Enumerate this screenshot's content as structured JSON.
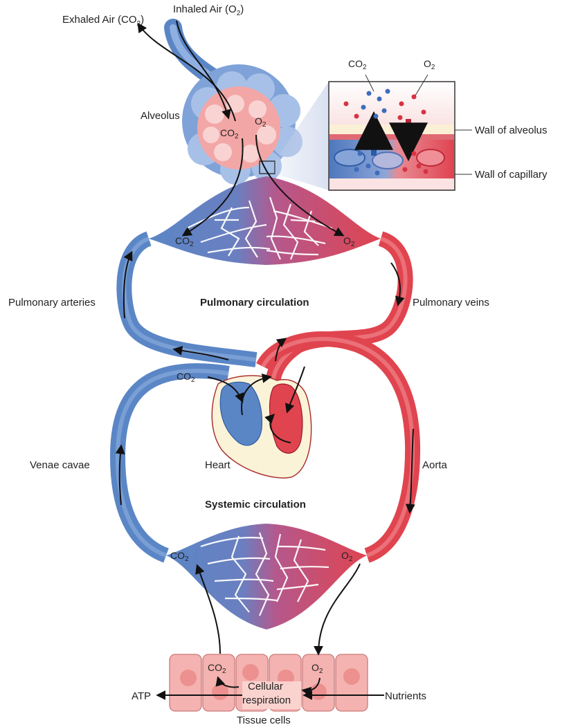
{
  "labels": {
    "exhaled_air": "Exhaled Air (CO",
    "exhaled_air_close": ")",
    "inhaled_air": "Inhaled Air (O",
    "inhaled_air_close": ")",
    "alveolus": "Alveolus",
    "wall_alveolus": "Wall of alveolus",
    "wall_capillary": "Wall of capillary",
    "pulmonary_arteries": "Pulmonary arteries",
    "pulmonary_veins": "Pulmonary veins",
    "pulmonary_circulation": "Pulmonary circulation",
    "venae_cavae": "Venae cavae",
    "aorta": "Aorta",
    "heart": "Heart",
    "systemic_circulation": "Systemic circulation",
    "cellular": "Cellular",
    "respiration": "respiration",
    "atp": "ATP",
    "nutrients": "Nutrients",
    "tissue_cells": "Tissue cells"
  },
  "chem": {
    "co": "CO",
    "o": "O",
    "sub2": "2"
  },
  "colors": {
    "blue": "#5b86c6",
    "blue_dark": "#3a66aa",
    "red": "#e0444f",
    "red_dark": "#b8283a",
    "cell_pink": "#f4b3b0",
    "heart_cream": "#fbf3d8"
  }
}
